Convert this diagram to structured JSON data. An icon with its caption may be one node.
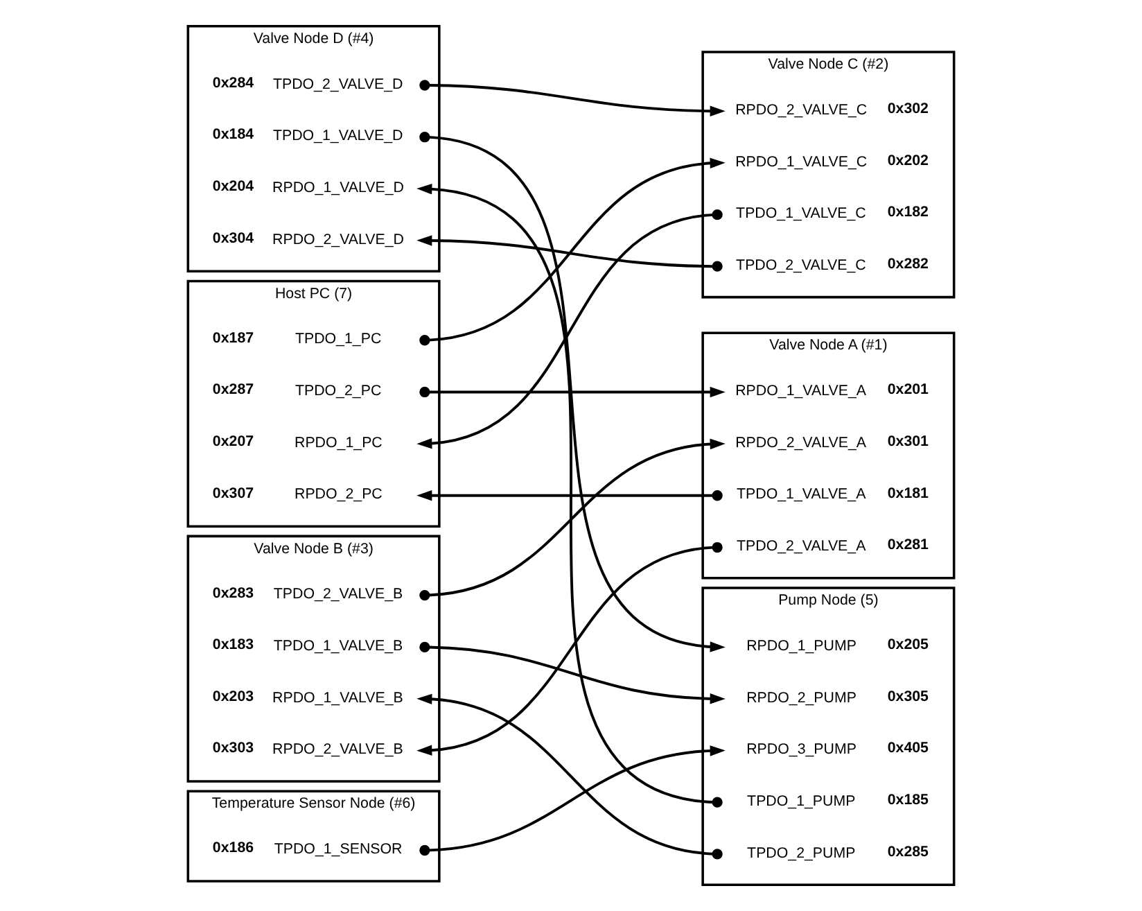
{
  "diagram": {
    "nodes": [
      {
        "text": [
          "Valve Node D (#4)"
        ]
      },
      {
        "text": [
          "TPDO_1_VALVE_D"
        ],
        "beside": [
          "0x184"
        ],
        "in": 0
      },
      {
        "text": [
          "TPDO_2_VALVE_D"
        ],
        "beside": [
          "0x284"
        ],
        "in": 0
      },
      {
        "text": [
          "RPDO_1_VALVE_D"
        ],
        "beside": [
          "0x204"
        ],
        "in": 0
      },
      {
        "text": [
          "RPDO_2_VALVE_D"
        ],
        "beside": [
          "0x304"
        ],
        "in": 0
      },
      {
        "text": [
          "Valve Node C (#2)"
        ]
      },
      {
        "text": [
          "RPDO_1_VALVE_C"
        ],
        "beside": [
          "0x202"
        ],
        "in": 5
      },
      {
        "text": [
          "RPDO_2_VALVE_C"
        ],
        "beside": [
          "0x302"
        ],
        "in": 5
      },
      {
        "text": [
          "TPDO_1_VALVE_C"
        ],
        "beside": [
          "0x182"
        ],
        "in": 5
      },
      {
        "text": [
          "TPDO_2_VALVE_C"
        ],
        "beside": [
          "0x282"
        ],
        "in": 5
      },
      {
        "text": [
          "Host PC (7)"
        ]
      },
      {
        "text": [
          "TPDO_1_PC"
        ],
        "beside": [
          "0x187"
        ],
        "in": 10
      },
      {
        "text": [
          "TPDO_2_PC"
        ],
        "beside": [
          "0x287"
        ],
        "in": 10
      },
      {
        "text": [
          "RPDO_1_PC"
        ],
        "beside": [
          "0x207"
        ],
        "in": 10
      },
      {
        "text": [
          "RPDO_2_PC"
        ],
        "beside": [
          "0x307"
        ],
        "in": 10
      },
      {
        "text": [
          "Pump Node (5)"
        ]
      },
      {
        "text": [
          "RPDO_1_PUMP"
        ],
        "beside": [
          "0x205"
        ],
        "in": 15
      },
      {
        "text": [
          "RPDO_2_PUMP"
        ],
        "beside": [
          "0x305"
        ],
        "in": 15
      },
      {
        "text": [
          "RPDO_3_PUMP"
        ],
        "beside": [
          "0x405"
        ],
        "in": 15
      },
      {
        "text": [
          "TPDO_1_PUMP"
        ],
        "beside": [
          "0x185"
        ],
        "in": 15
      },
      {
        "text": [
          "TPDO_2_PUMP"
        ],
        "beside": [
          "0x285"
        ],
        "in": 15
      },
      {
        "text": [
          "Temperature Sensor Node (#6)"
        ]
      },
      {
        "text": [
          "TPDO_1_SENSOR"
        ],
        "beside": [
          "0x186"
        ],
        "in": 21
      },
      {
        "text": [
          "Valve Node B (#3)"
        ]
      },
      {
        "text": [
          "TPDO_1_VALVE_B"
        ],
        "beside": [
          "0x183"
        ],
        "in": 23
      },
      {
        "text": [
          "TPDO_2_VALVE_B"
        ],
        "beside": [
          "0x283"
        ],
        "in": 23
      },
      {
        "text": [
          "RPDO_1_VALVE_B"
        ],
        "beside": [
          "0x203"
        ],
        "in": 23
      },
      {
        "text": [
          "RPDO_2_VALVE_B"
        ],
        "beside": [
          "0x303"
        ],
        "in": 23
      },
      {
        "text": [
          "Valve Node A (#1)"
        ]
      },
      {
        "text": [
          "RPDO_1_VALVE_A"
        ],
        "beside": [
          "0x201"
        ],
        "in": 28
      },
      {
        "text": [
          "RPDO_2_VALVE_A"
        ],
        "beside": [
          "0x301"
        ],
        "in": 28
      },
      {
        "text": [
          "TPDO_1_VALVE_A"
        ],
        "beside": [
          "0x181"
        ],
        "in": 28
      },
      {
        "text": [
          "TPDO_2_VALVE_A"
        ],
        "beside": [
          "0x281"
        ],
        "in": 28
      }
    ],
    "edges": [
      {
        "from": 1,
        "to": 16,
        "arrow": "to"
      },
      {
        "from": 2,
        "to": 7,
        "arrow": "to"
      },
      {
        "from": 9,
        "to": 4,
        "arrow": "to"
      },
      {
        "from": 19,
        "to": 3,
        "arrow": "to"
      },
      {
        "from": 11,
        "to": 6,
        "arrow": "to"
      },
      {
        "from": 8,
        "to": 13,
        "arrow": "to"
      },
      {
        "from": 12,
        "to": 29,
        "arrow": "to"
      },
      {
        "from": 31,
        "to": 14,
        "arrow": "to"
      },
      {
        "from": 22,
        "to": 18,
        "arrow": "to"
      },
      {
        "from": 24,
        "to": 17,
        "arrow": "to"
      },
      {
        "from": 20,
        "to": 26,
        "arrow": "to"
      },
      {
        "from": 25,
        "to": 30,
        "arrow": "to"
      },
      {
        "from": 32,
        "to": 27,
        "arrow": "to"
      }
    ]
  }
}
